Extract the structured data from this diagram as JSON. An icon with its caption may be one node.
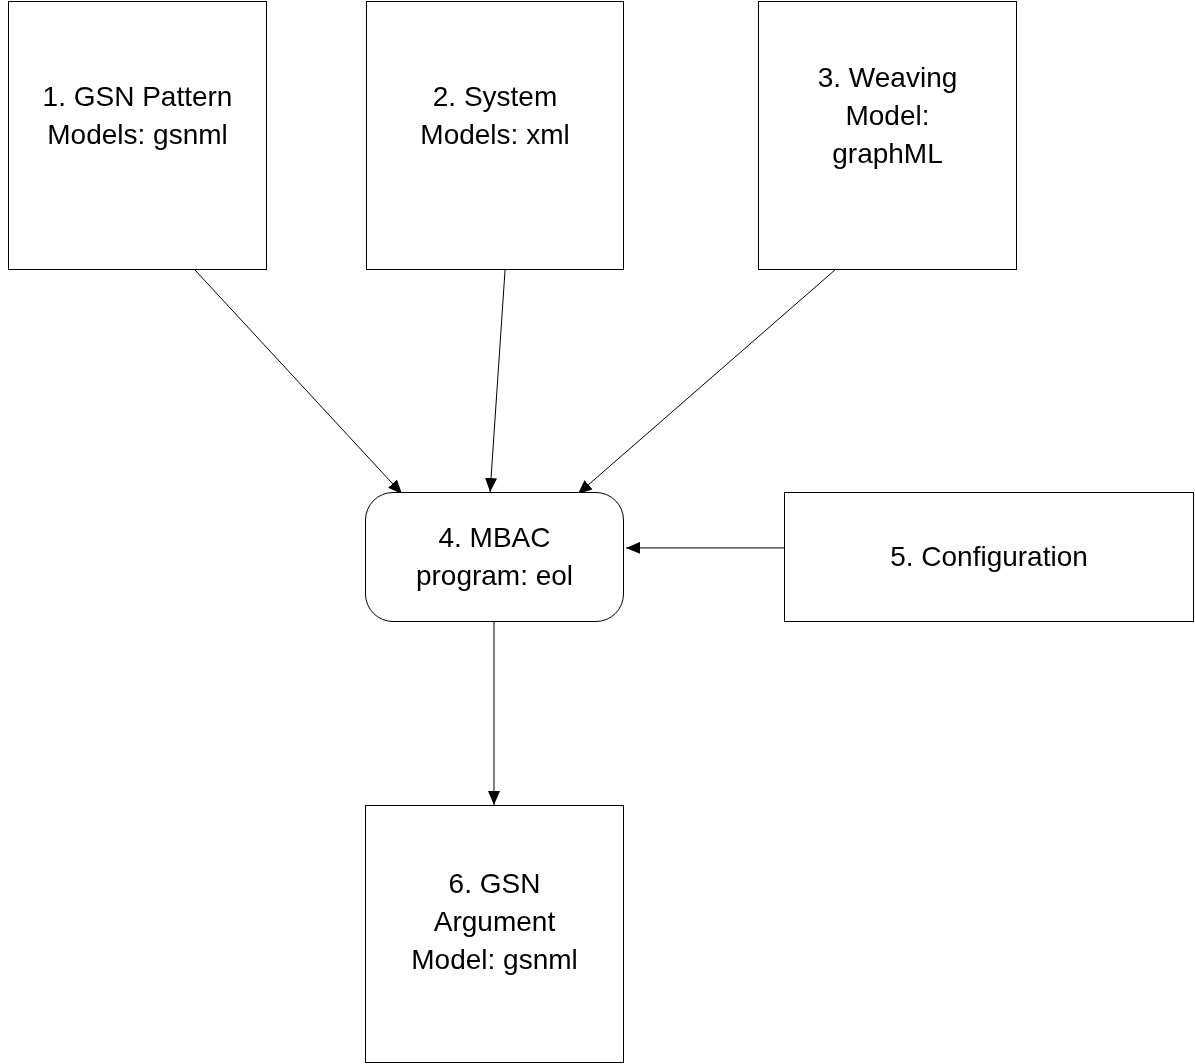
{
  "diagram": {
    "nodes": [
      {
        "text": [
          "1. GSN Pattern Models: gsnml"
        ]
      },
      {
        "text": [
          "2. System Models: xml"
        ]
      },
      {
        "text": [
          "3. Weaving Model: graphML"
        ]
      },
      {
        "text": [
          "4. MBAC program: eol"
        ]
      },
      {
        "text": [
          "5. Configuration"
        ]
      },
      {
        "text": [
          "6. GSN Argument Model: gsnml"
        ]
      }
    ],
    "edges": [
      {
        "from": 0,
        "to": 3,
        "arrow": "to"
      },
      {
        "from": 1,
        "to": 3,
        "arrow": "to"
      },
      {
        "from": 2,
        "to": 3,
        "arrow": "to"
      },
      {
        "from": 4,
        "to": 3,
        "arrow": "to"
      },
      {
        "from": 3,
        "to": 5,
        "arrow": "to"
      }
    ]
  }
}
